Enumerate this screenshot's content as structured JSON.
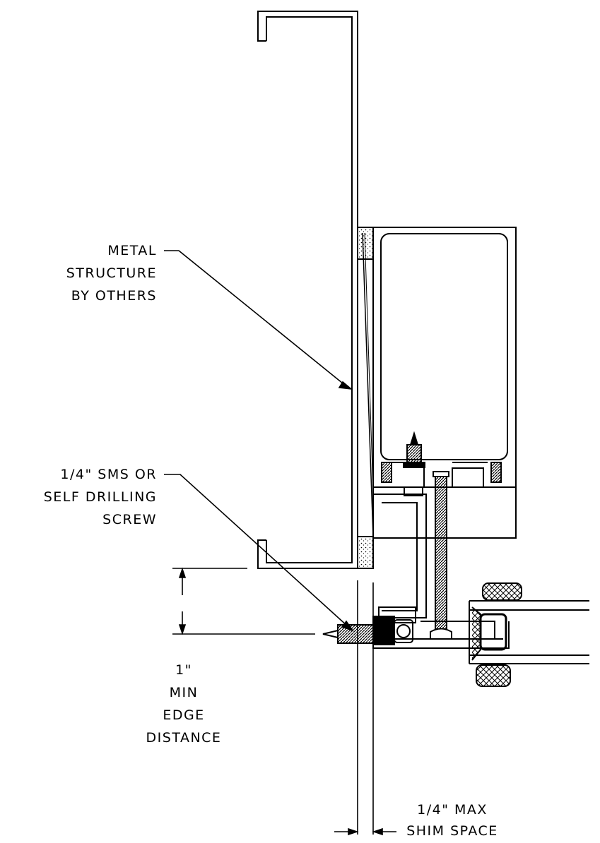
{
  "labels": {
    "metal_structure": [
      "METAL",
      "STRUCTURE",
      "BY OTHERS"
    ],
    "screw": [
      "1/4\" SMS OR",
      "SELF DRILLING",
      "SCREW"
    ],
    "edge_distance": [
      "1\"",
      "MIN",
      "EDGE",
      "DISTANCE"
    ],
    "shim": [
      "1/4\" MAX",
      "SHIM SPACE"
    ]
  }
}
